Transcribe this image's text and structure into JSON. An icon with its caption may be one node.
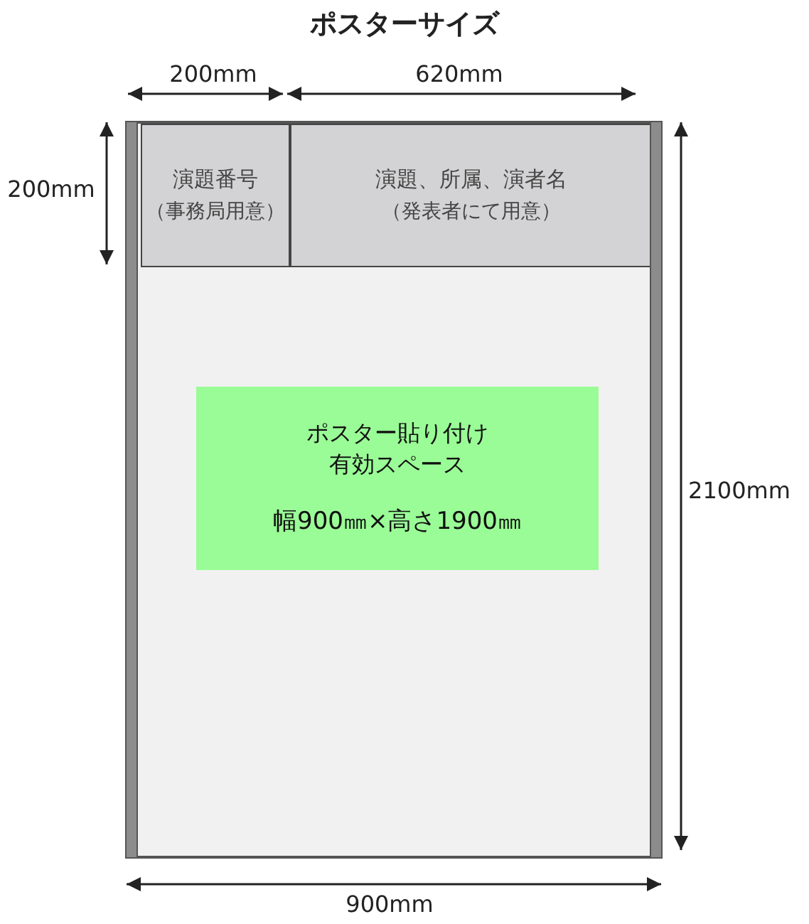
{
  "diagram": {
    "title": "ポスターサイズ",
    "nodes": [
      {
        "text": [],
        "shape": "box"
      },
      {
        "text": [
          "演題番号",
          "（事務局用意）"
        ],
        "in": 0
      },
      {
        "text": [
          "演題、所属、演者名",
          "（発表者にて用意）"
        ],
        "in": 0
      },
      {
        "text": [
          "ポスター貼り付け有効スペース",
          "幅900㎜×高さ1900㎜"
        ],
        "in": 0
      }
    ],
    "labels": [
      "200mm",
      "620mm",
      "200mm",
      "2100mm",
      "900mm"
    ]
  }
}
